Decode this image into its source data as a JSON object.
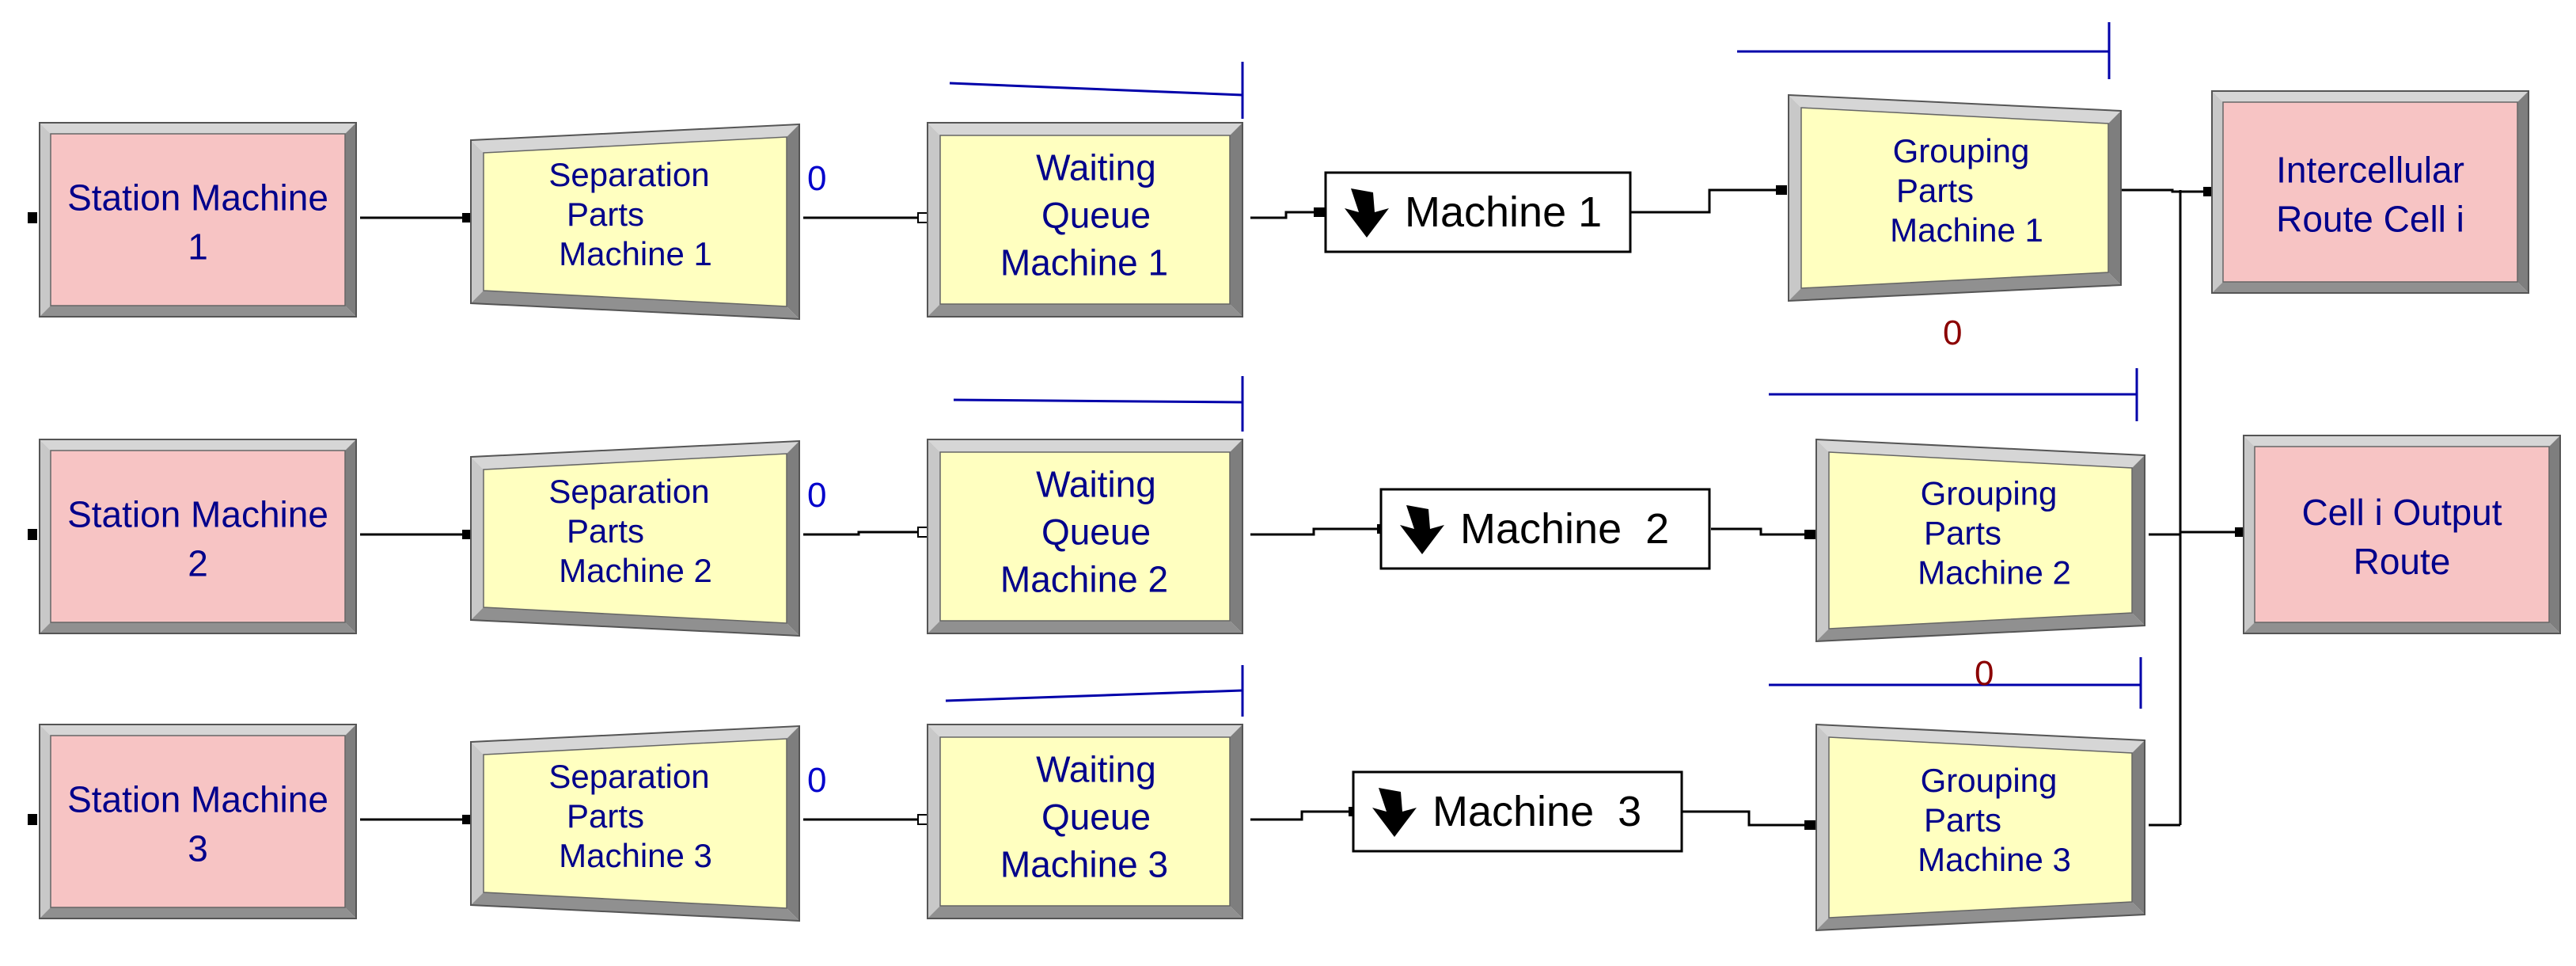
{
  "colors": {
    "station_fill": "#f7c4c4",
    "process_fill": "#ffffc0",
    "frame_light": "#d6d6d6",
    "frame_dark": "#7e7e7e",
    "label_text": "#00008b",
    "queue_line": "#0000aa",
    "counter_blue": "#0000cc",
    "counter_red": "#8b0000",
    "connector": "#000000"
  },
  "rows": [
    {
      "station": {
        "line1": "Station Machine",
        "line2": "1"
      },
      "separation": {
        "line1": "Separation",
        "line2": "Parts",
        "line3": "Machine 1"
      },
      "separation_counter": "0",
      "waiting": {
        "line1": "Waiting",
        "line2": "Queue",
        "line3": "Machine 1"
      },
      "route": {
        "label": "Machine 1",
        "icon": "down-arrow-icon"
      },
      "grouping": {
        "line1": "Grouping",
        "line2": "Parts",
        "line3": "Machine 1"
      }
    },
    {
      "station": {
        "line1": "Station Machine",
        "line2": "2"
      },
      "separation": {
        "line1": "Separation",
        "line2": "Parts",
        "line3": "Machine 2"
      },
      "separation_counter": "0",
      "waiting": {
        "line1": "Waiting",
        "line2": "Queue",
        "line3": "Machine 2"
      },
      "route": {
        "label": "Machine  2",
        "icon": "down-arrow-icon"
      },
      "grouping": {
        "line1": "Grouping",
        "line2": "Parts",
        "line3": "Machine 2"
      }
    },
    {
      "station": {
        "line1": "Station Machine",
        "line2": "3"
      },
      "separation": {
        "line1": "Separation",
        "line2": "Parts",
        "line3": "Machine 3"
      },
      "separation_counter": "0",
      "waiting": {
        "line1": "Waiting",
        "line2": "Queue",
        "line3": "Machine 3"
      },
      "route": {
        "label": "Machine  3",
        "icon": "down-arrow-icon"
      },
      "grouping": {
        "line1": "Grouping",
        "line2": "Parts",
        "line3": "Machine 3"
      }
    }
  ],
  "grouping_counters": [
    "0",
    "0"
  ],
  "outputs": [
    {
      "line1": "Intercellular",
      "line2": "Route Cell i"
    },
    {
      "line1": "Cell i Output",
      "line2": "Route"
    }
  ]
}
